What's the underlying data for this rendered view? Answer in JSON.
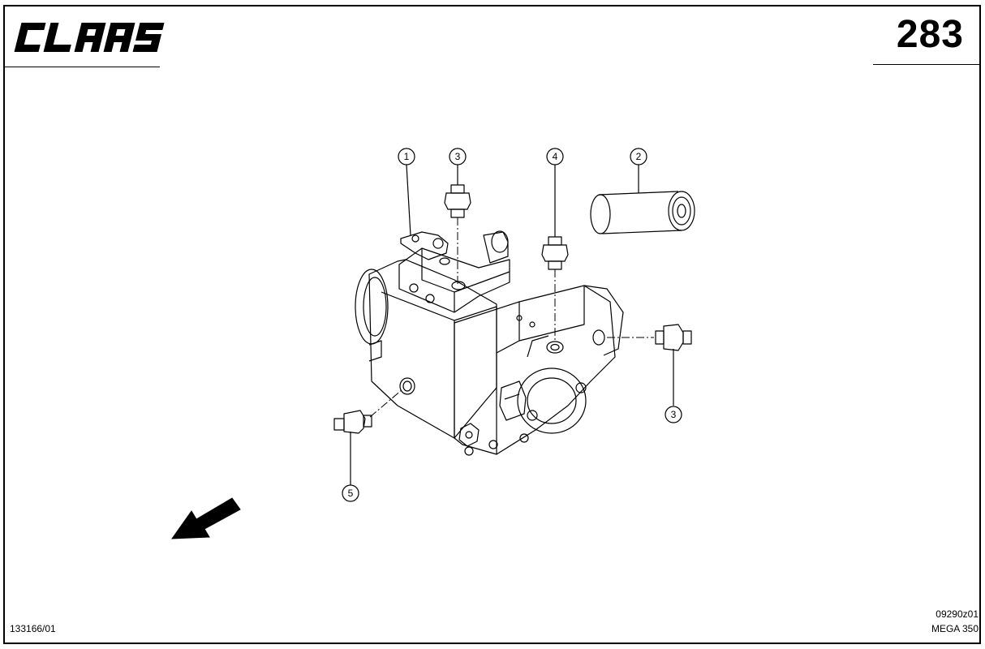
{
  "header": {
    "brand": "CLAAS",
    "page_number": "283"
  },
  "footer": {
    "doc_number": "133166/01",
    "drawing_ref": "09290z01",
    "model": "MEGA 350"
  },
  "callouts": [
    {
      "id": "callout-1",
      "label": "1"
    },
    {
      "id": "callout-2",
      "label": "2"
    },
    {
      "id": "callout-3-top",
      "label": "3"
    },
    {
      "id": "callout-3-right",
      "label": "3"
    },
    {
      "id": "callout-4",
      "label": "4"
    },
    {
      "id": "callout-5",
      "label": "5"
    }
  ]
}
